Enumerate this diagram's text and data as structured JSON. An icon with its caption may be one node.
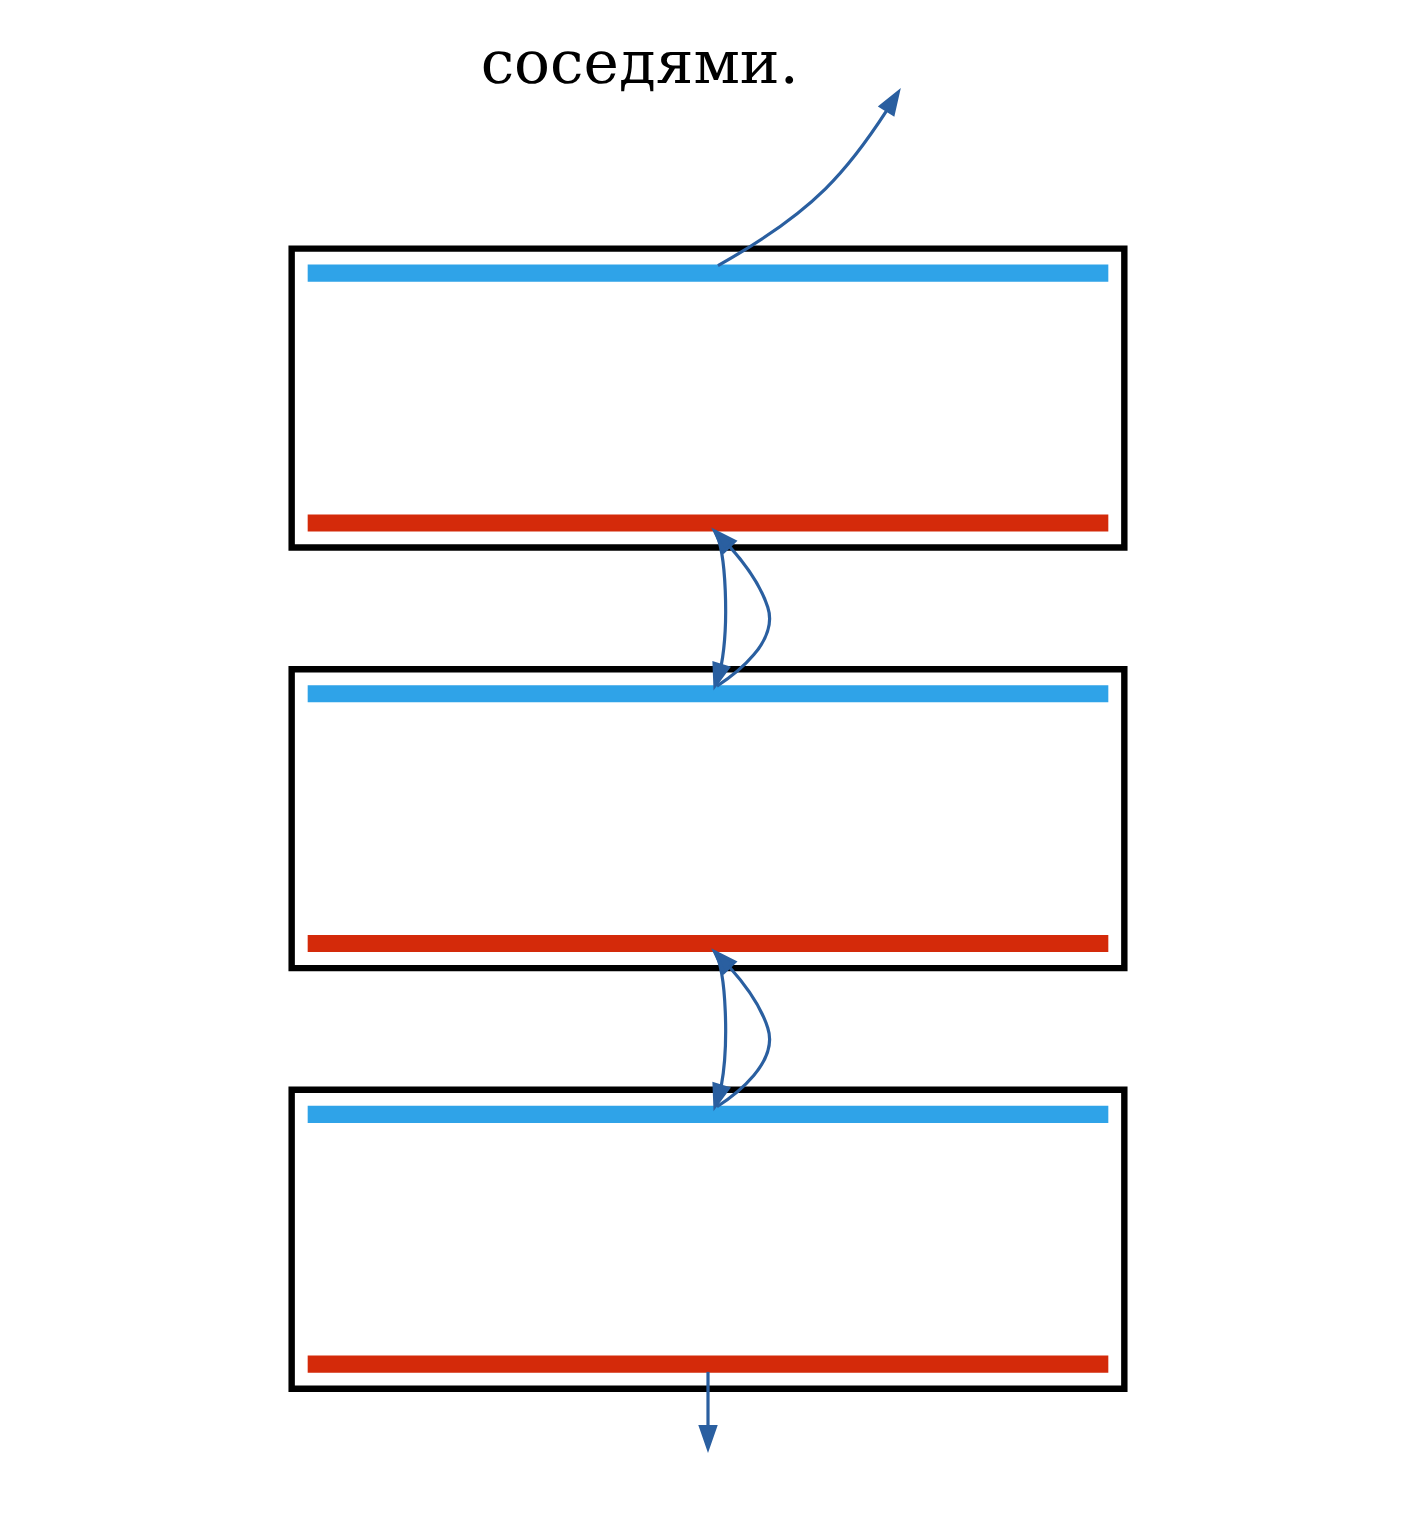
{
  "diagram": {
    "nodes": [
      {
        "text": [],
        "shape": "box"
      },
      {
        "text": [],
        "shape": "bar",
        "in": 0
      },
      {
        "text": [],
        "shape": "bar",
        "in": 0
      },
      {
        "text": [],
        "shape": "box"
      },
      {
        "text": [],
        "shape": "bar",
        "in": 3
      },
      {
        "text": [],
        "shape": "bar",
        "in": 3
      },
      {
        "text": [],
        "shape": "box"
      },
      {
        "text": [],
        "shape": "bar",
        "in": 6
      },
      {
        "text": [],
        "shape": "bar",
        "in": 6
      }
    ],
    "edges": [
      {
        "from": 1,
        "to": null,
        "arrow": "to"
      },
      {
        "from": 2,
        "to": 4,
        "arrow": "to"
      },
      {
        "from": 4,
        "to": 2,
        "arrow": "to"
      },
      {
        "from": 5,
        "to": 7,
        "arrow": "to"
      },
      {
        "from": 7,
        "to": 5,
        "arrow": "to"
      },
      {
        "from": 8,
        "to": null,
        "arrow": "to"
      }
    ],
    "labels": [
      "соседями."
    ]
  }
}
